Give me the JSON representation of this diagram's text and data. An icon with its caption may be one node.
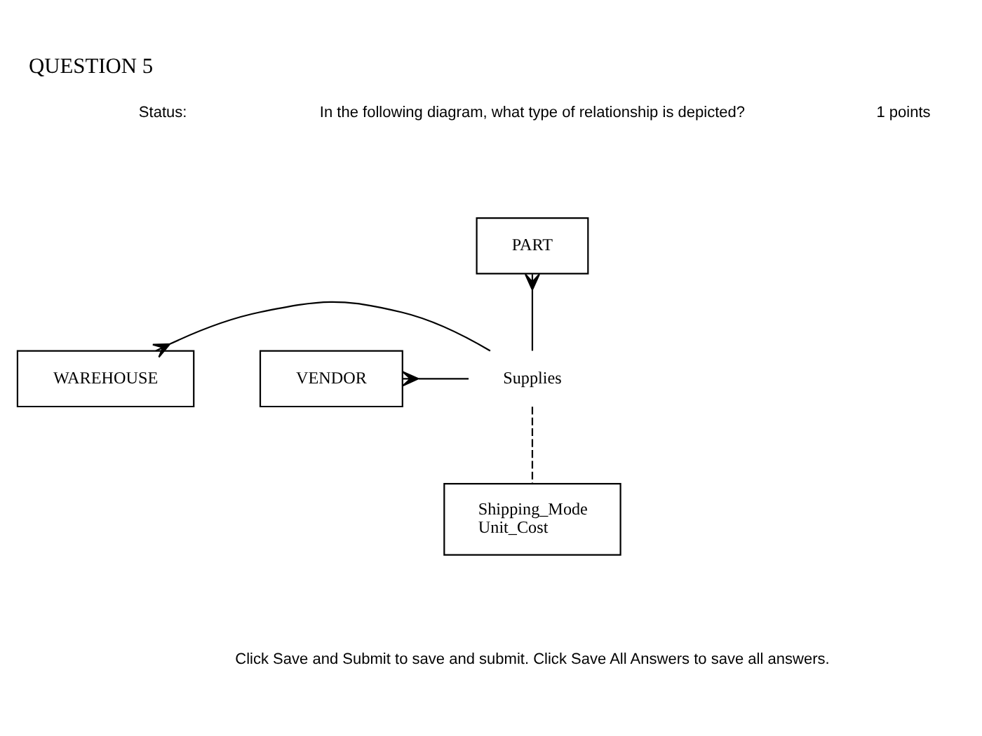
{
  "diagram": {
    "title": "QUESTION 5",
    "nodes": [
      {
        "text": [
          "PART"
        ]
      },
      {
        "text": [
          "VENDOR"
        ]
      },
      {
        "text": [
          "Supplies"
        ]
      },
      {
        "text": [
          "WAREHOUSE"
        ]
      },
      {
        "text": [
          "Shipping_Mode",
          "Unit_Cost"
        ]
      }
    ],
    "edges": [
      {
        "from": 0,
        "to": 2,
        "arrow": "other"
      },
      {
        "from": 1,
        "to": 2,
        "arrow": "other"
      },
      {
        "from": 3,
        "to": 2,
        "arrow": "other"
      },
      {
        "from": 2,
        "to": 4,
        "arrow": "none",
        "style": "dashed"
      }
    ],
    "labels": [
      "Status:",
      "In the following diagram, what type of relationship is depicted?",
      "1 points",
      "Click Save and Submit to save and submit. Click Save All Answers to save all answers."
    ]
  }
}
